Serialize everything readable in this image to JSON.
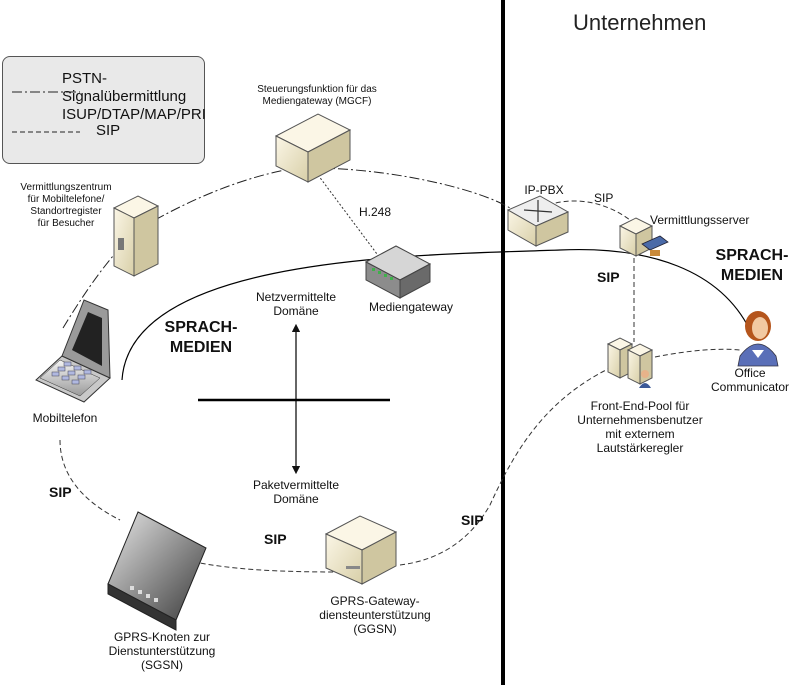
{
  "company_label": "Unternehmen",
  "legend": {
    "pstn_line1": "PSTN-Signalübermittlung",
    "pstn_line2": "ISUP/DTAP/MAP/PRI",
    "sip": "SIP"
  },
  "nodes": {
    "mgcf": [
      "Steuerungsfunktion für das",
      "Mediengateway (MGCF)"
    ],
    "msc": [
      "Vermittlungszentrum",
      "für Mobiltelefone/",
      "Standortregister",
      "für Besucher"
    ],
    "mobile": "Mobiltelefon",
    "sgsn": [
      "GPRS-Knoten zur",
      "Dienstunterstützung",
      "(SGSN)"
    ],
    "ggsn": [
      "GPRS-Gateway-",
      "diensteunterstützung",
      "(GGSN)"
    ],
    "media_gateway": "Mediengateway",
    "ip_pbx": "IP-PBX",
    "mediation_server": "Vermittlungsserver",
    "office_communicator": [
      "Office",
      "Communicator"
    ],
    "front_end_pool": [
      "Front-End-Pool für",
      "Unternehmensbenutzer",
      "mit externem",
      "Lautstärkeregler"
    ]
  },
  "connection_labels": {
    "h248": "H.248",
    "sip_pbx": "SIP",
    "sip_right": "SIP",
    "sip_left": "SIP",
    "sip_bottom": "SIP",
    "sip_lower_right": "SIP"
  },
  "domains": {
    "circuit": [
      "Netzvermittelte",
      "Domäne"
    ],
    "packet": [
      "Paketvermittelte",
      "Domäne"
    ]
  },
  "voice_media_left": [
    "SPRACH-",
    "MEDIEN"
  ],
  "voice_media_right": [
    "SPRACH-",
    "MEDIEN"
  ]
}
